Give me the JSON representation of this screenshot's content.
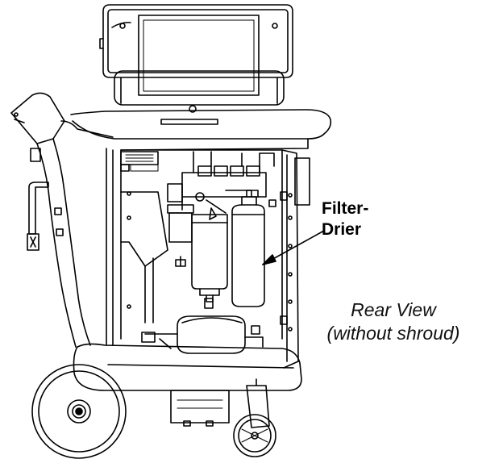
{
  "callout": {
    "line1": "Filter-",
    "line2": "Drier"
  },
  "caption": {
    "line1": "Rear View",
    "line2": "(without shroud)"
  },
  "colors": {
    "ink": "#000000",
    "background": "#ffffff"
  }
}
